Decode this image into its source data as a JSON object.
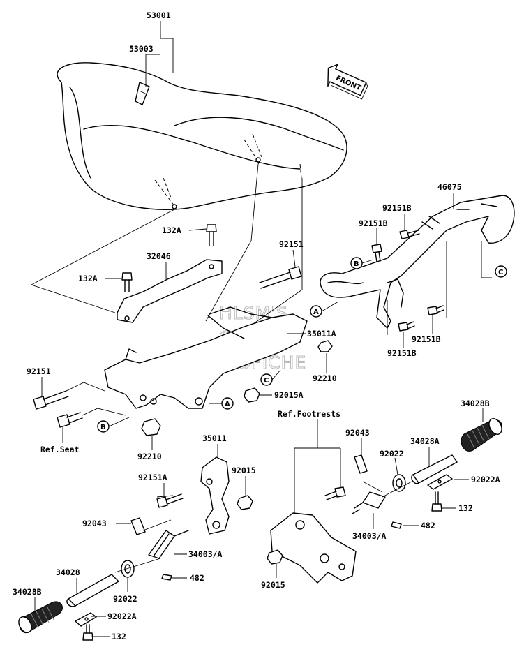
{
  "watermark": [
    "HLSM'S",
    "ONLINE",
    "MICROFICHE"
  ],
  "front_arrow_label": "FRONT",
  "callouts": [
    "A",
    "B",
    "C"
  ],
  "labels": {
    "l53001": "53001",
    "l53003": "53003",
    "l132a": "132A",
    "l132a_2": "132A",
    "l32046": "32046",
    "l92151_mid": "92151",
    "l92151_left": "92151",
    "l46075": "46075",
    "l92151b_1": "92151B",
    "l92151b_2": "92151B",
    "l92151b_3": "92151B",
    "l92151b_4": "92151B",
    "l35011a": "35011A",
    "l92210_r": "92210",
    "l92015a": "92015A",
    "l92210_b": "92210",
    "ref_seat": "Ref.Seat",
    "ref_footrests": "Ref.Footrests",
    "l35011": "35011",
    "l92015_a": "92015",
    "l92151a": "92151A",
    "l92043_l": "92043",
    "l34003_l": "34003/A",
    "l482_l": "482",
    "l34028": "34028",
    "l34028b_l": "34028B",
    "l92022_l": "92022",
    "l92022a_l": "92022A",
    "l132_l": "132",
    "l92043_r": "92043",
    "l92022_r": "92022",
    "l34028a": "34028A",
    "l34028b_r": "34028B",
    "l92022a_r": "92022A",
    "l132_r": "132",
    "l482_r": "482",
    "l34003_r": "34003/A",
    "l92015_b": "92015"
  }
}
